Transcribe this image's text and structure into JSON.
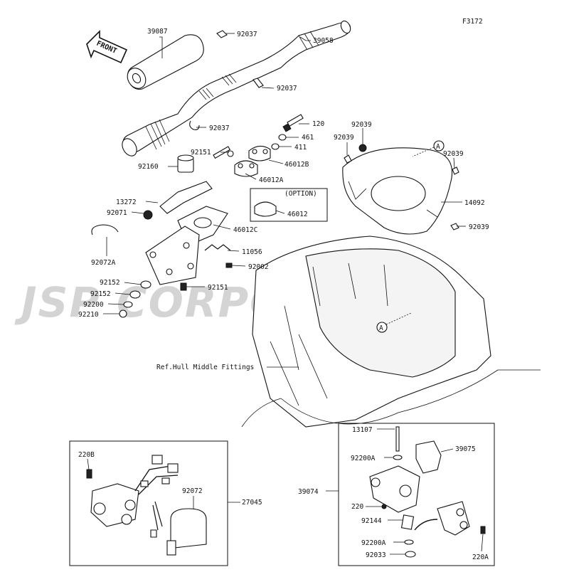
{
  "figure_code": "F3172",
  "front_arrow_label": "FRONT",
  "watermark": "JSP CORPORATION",
  "option_label": "(OPTION)",
  "ref_label": "Ref.Hull Middle Fittings",
  "callout_a": "A",
  "labels": {
    "p39087": "39087",
    "p92037_top": "92037",
    "p39058": "39058",
    "p92037_mid": "92037",
    "p92037_low": "92037",
    "p120": "120",
    "p461": "461",
    "p411": "411",
    "p46012B": "46012B",
    "p46012A": "46012A",
    "p46012": "46012",
    "p92151_top": "92151",
    "p92160": "92160",
    "p13272": "13272",
    "p92071": "92071",
    "p46012C": "46012C",
    "p92072A": "92072A",
    "p11056": "11056",
    "p92002": "92002",
    "p92152_a": "92152",
    "p92151_b": "92151",
    "p92152_b": "92152",
    "p92200": "92200",
    "p92210": "92210",
    "p92039_a": "92039",
    "p92039_b": "92039",
    "p92039_c": "92039",
    "p92039_d": "92039",
    "p14092": "14092",
    "p220B": "220B",
    "p92072": "92072",
    "p27045": "27045",
    "p13107": "13107",
    "p92200A_a": "92200A",
    "p39075": "39075",
    "p39074": "39074",
    "p220": "220",
    "p92144": "92144",
    "p92200A_b": "92200A",
    "p92033": "92033",
    "p220A": "220A"
  }
}
